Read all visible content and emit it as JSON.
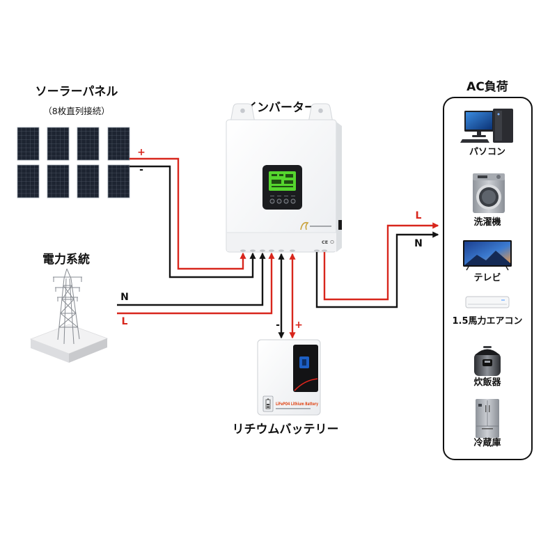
{
  "solar_panel": {
    "title": "ソーラーパネル",
    "subtitle": "（8枚直列接続）",
    "positive_label": "+",
    "negative_label": "-"
  },
  "inverter": {
    "title": "インバーター",
    "certification_mark": "CE"
  },
  "power_grid": {
    "title": "電力系統",
    "neutral_label": "N",
    "line_label": "L"
  },
  "battery": {
    "title": "リチウムバッテリー",
    "negative_label": "-",
    "positive_label": "+",
    "product_label": "LiFePO4 Lithium Battery"
  },
  "ac_output": {
    "line_label": "L",
    "neutral_label": "N"
  },
  "ac_loads": {
    "title": "AC負荷",
    "items": [
      {
        "label": "パソコン",
        "icon": "desktop-pc-icon"
      },
      {
        "label": "洗濯機",
        "icon": "washing-machine-icon"
      },
      {
        "label": "テレビ",
        "icon": "tv-icon"
      },
      {
        "label": "1.5馬力エアコン",
        "icon": "air-conditioner-icon"
      },
      {
        "label": "炊飯器",
        "icon": "rice-cooker-icon"
      },
      {
        "label": "冷蔵庫",
        "icon": "refrigerator-icon"
      }
    ]
  },
  "icons": {
    "solar_panel": "solar-panel-icon",
    "inverter": "inverter-icon",
    "power_grid": "transmission-tower-icon",
    "battery": "lithium-battery-icon"
  },
  "colors": {
    "positive_wire": "#d8261c",
    "negative_wire": "#141414",
    "label_text": "#111111",
    "inverter_lcd": "#55d62e",
    "battery_switch": "#1d5fc4"
  }
}
